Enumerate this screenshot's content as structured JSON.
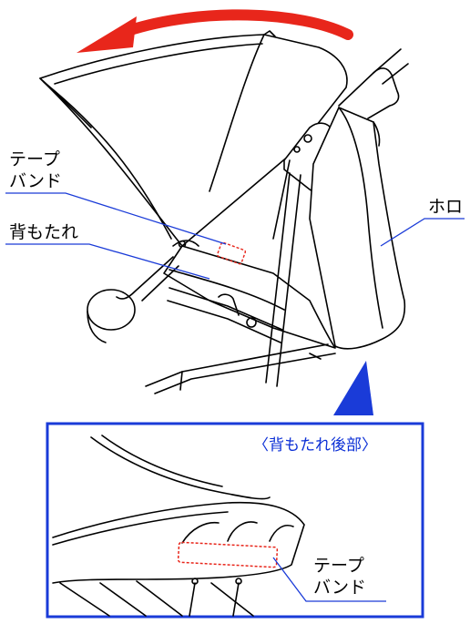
{
  "labels": {
    "tape_band_top_line1": "テープ",
    "tape_band_top_line2": "バンド",
    "backrest": "背もたれ",
    "hood": "ホロ",
    "inset_title": "〈背もたれ後部〉",
    "tape_band_inset_line1": "テープ",
    "tape_band_inset_line2": "バンド"
  },
  "colors": {
    "arrow": "#e8261b",
    "leader": "#1a3bd8",
    "inset_border": "#1a3bd8",
    "tape_marker": "#e8261b"
  }
}
